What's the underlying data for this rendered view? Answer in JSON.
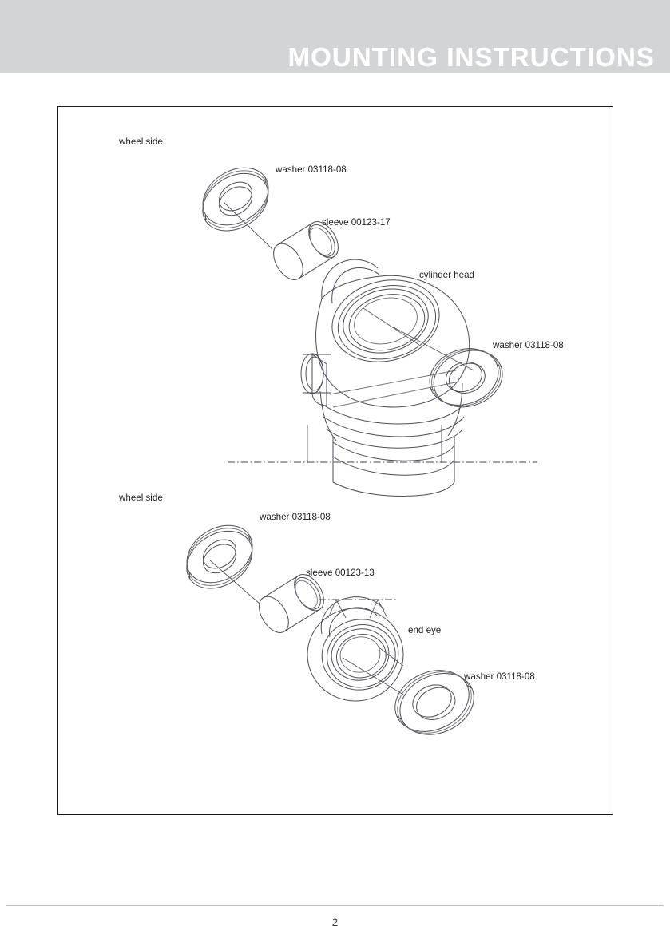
{
  "document": {
    "header": {
      "title": "MOUNTING INSTRUCTIONS",
      "band_color": "#d3d4d6",
      "title_color": "#ffffff"
    },
    "footer": {
      "page_number": "2"
    },
    "frame": {
      "border_color": "#1a1a1a"
    }
  },
  "diagram": {
    "type": "exploded-assembly-technical-drawing",
    "line_color": "#4d4d55",
    "upper_assembly": {
      "name": "cylinder-head-assembly",
      "labels": {
        "wheel_side": "wheel side",
        "washer_top": "washer 03118-08",
        "sleeve": "sleeve 00123-17",
        "cylinder_head": "cylinder head",
        "washer_right": "washer 03118-08"
      },
      "parts": [
        {
          "id": "washer-upper-left",
          "label": "washer 03118-08",
          "part_number": "03118-08",
          "type": "washer"
        },
        {
          "id": "sleeve-upper",
          "label": "sleeve 00123-17",
          "part_number": "00123-17",
          "type": "sleeve"
        },
        {
          "id": "cylinder-head",
          "label": "cylinder head",
          "type": "body"
        },
        {
          "id": "washer-upper-right",
          "label": "washer 03118-08",
          "part_number": "03118-08",
          "type": "washer"
        }
      ]
    },
    "lower_assembly": {
      "name": "end-eye-assembly",
      "labels": {
        "wheel_side": "wheel side",
        "washer_top": "washer 03118-08",
        "sleeve": "sleeve 00123-13",
        "end_eye": "end eye",
        "washer_bottom": "washer 03118-08"
      },
      "parts": [
        {
          "id": "washer-lower-left",
          "label": "washer 03118-08",
          "part_number": "03118-08",
          "type": "washer"
        },
        {
          "id": "sleeve-lower",
          "label": "sleeve 00123-13",
          "part_number": "00123-13",
          "type": "sleeve"
        },
        {
          "id": "end-eye",
          "label": "end eye",
          "type": "body"
        },
        {
          "id": "washer-lower-right",
          "label": "washer 03118-08",
          "part_number": "03118-08",
          "type": "washer"
        }
      ]
    }
  }
}
